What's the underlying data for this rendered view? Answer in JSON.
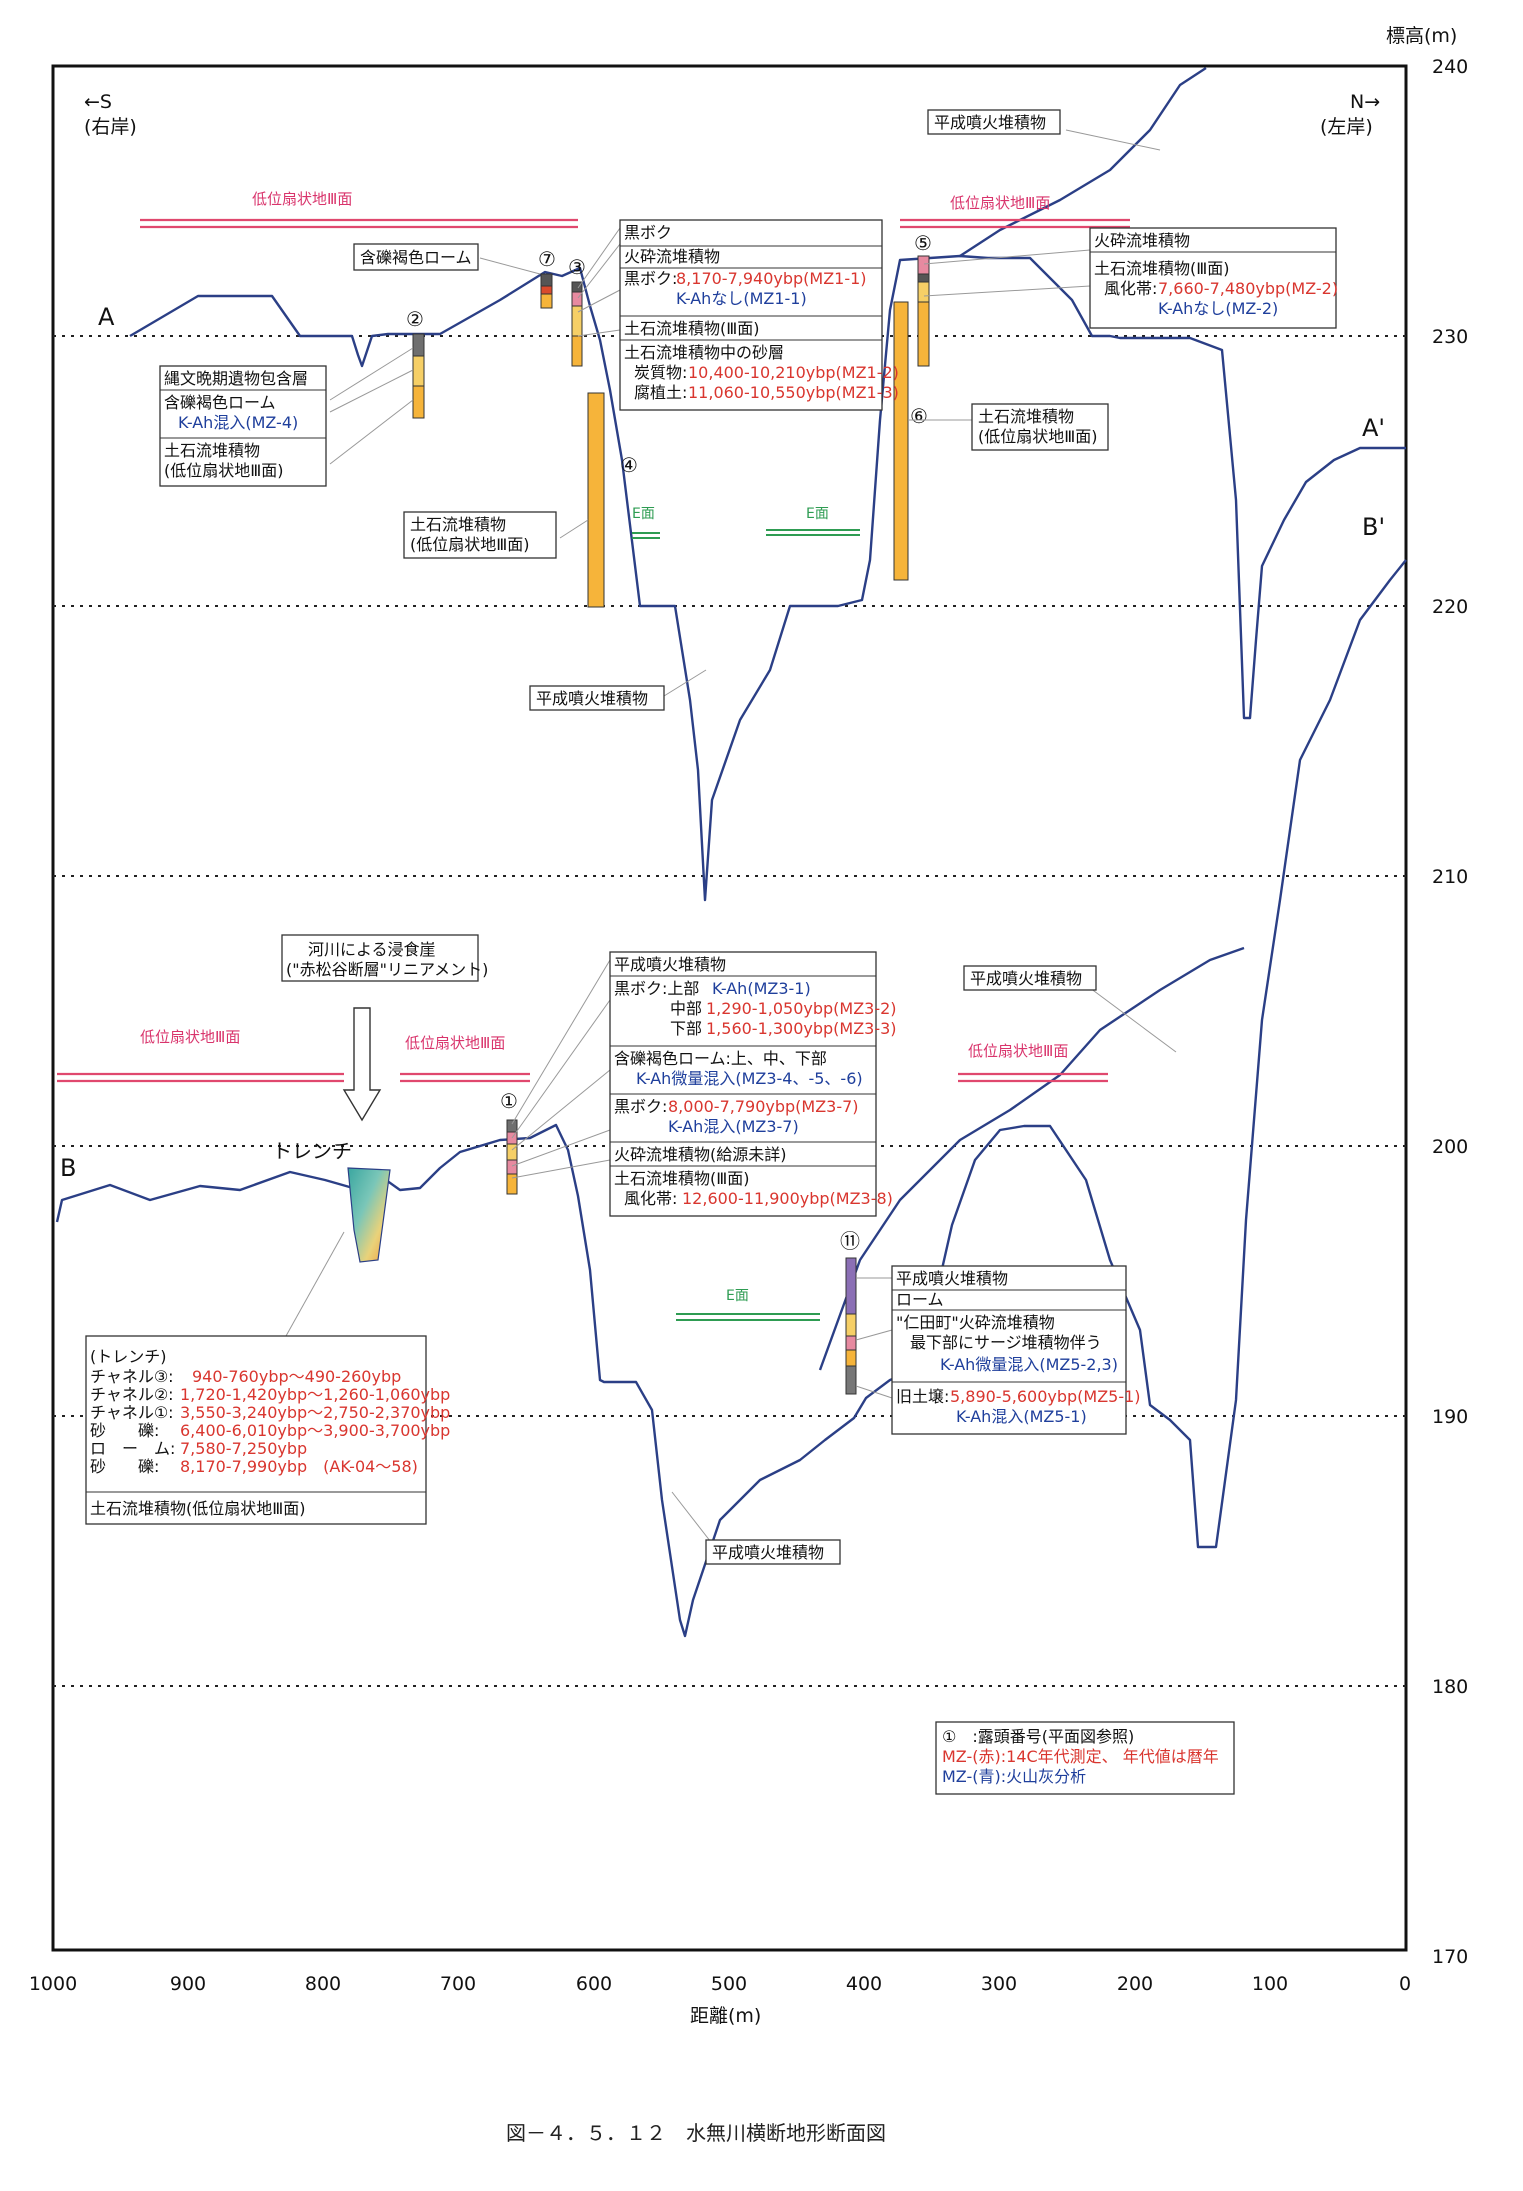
{
  "axes": {
    "y_title": "標高(m)",
    "x_title": "距離(m)",
    "y_ticks": [
      "240",
      "230",
      "220",
      "210",
      "200",
      "190",
      "180",
      "170"
    ],
    "x_ticks": [
      "1000",
      "900",
      "800",
      "700",
      "600",
      "500",
      "400",
      "300",
      "200",
      "100",
      "0"
    ]
  },
  "orientation": {
    "left_dir": "←S",
    "left_bank": "(右岸)",
    "right_dir": "N→",
    "right_bank": "(左岸)"
  },
  "profiles": {
    "A": "A",
    "A_prime": "A'",
    "B": "B",
    "B_prime": "B'"
  },
  "surface_labels": {
    "lower_fan_III": "低位扇状地Ⅲ面",
    "e_surface": "E面"
  },
  "upper_notes": {
    "heisei_a_right": "平成噴火堆積物",
    "gravel_loam_2": "含礫褐色ローム",
    "jomon": "縄文晩期遺物包含層",
    "gravel_loam_kah_a": "含礫褐色ローム",
    "gravel_loam_kah_b": "K-Ah混入(MZ-4)",
    "debris_low_fan_a": "土石流堆積物",
    "debris_low_fan_b": "(低位扇状地Ⅲ面)",
    "debris4_a": "土石流堆積物",
    "debris4_b": "(低位扇状地Ⅲ面)",
    "heisei_a_bottom": "平成噴火堆積物",
    "mz1": {
      "r1": "黒ボク",
      "r2": "火砕流堆積物",
      "r3_label": "黒ボク:",
      "r3_red": "8,170-7,940ybp(MZ1-1)",
      "r4": "K-Ahなし(MZ1-1)",
      "r5": "土石流堆積物(Ⅲ面)",
      "r6": "土石流堆積物中の砂層",
      "r7_label": "炭質物:",
      "r7_red": "10,400-10,210ybp(MZ1-2)",
      "r8_label": "腐植土:",
      "r8_red": "11,060-10,550ybp(MZ1-3)"
    },
    "mz2": {
      "r1": "火砕流堆積物",
      "r2": "土石流堆積物(Ⅲ面)",
      "r3_label": "風化帯:",
      "r3_red": "7,660-7,480ybp(MZ-2)",
      "r4": "K-Ahなし(MZ-2)"
    },
    "debris6_a": "土石流堆積物",
    "debris6_b": "(低位扇状地Ⅲ面)"
  },
  "lower_notes": {
    "river_cliff_a": "河川による浸食崖",
    "river_cliff_b": "(\"赤松谷断層\"リニアメント)",
    "trench": "トレンチ",
    "heisei_b_right": "平成噴火堆積物",
    "heisei_b_bottom": "平成噴火堆積物",
    "mz3": {
      "r1": "平成噴火堆積物",
      "r2_label": "黒ボク:上部",
      "r2_blue": "K-Ah(MZ3-1)",
      "r3_label": "中部",
      "r3_red": "1,290-1,050ybp(MZ3-2)",
      "r4_label": "下部",
      "r4_red": "1,560-1,300ybp(MZ3-3)",
      "r5": "含礫褐色ローム:上、中、下部",
      "r6": "K-Ah微量混入(MZ3-4、-5、-6)",
      "r7_label": "黒ボク:",
      "r7_red": "8,000-7,790ybp(MZ3-7)",
      "r8": "K-Ah混入(MZ3-7)",
      "r9": "火砕流堆積物(給源未詳)",
      "r10": "土石流堆積物(Ⅲ面)",
      "r11_label": "風化帯:",
      "r11_red": "12,600-11,900ybp(MZ3-8)"
    },
    "mz5": {
      "r1": "平成噴火堆積物",
      "r2": "ローム",
      "r3": "\"仁田町\"火砕流堆積物",
      "r4": "最下部にサージ堆積物伴う",
      "r5": "K-Ah微量混入(MZ5-2,3)",
      "r6_label": "旧土壌:",
      "r6_red": "5,890-5,600ybp(MZ5-1)",
      "r7": "K-Ah混入(MZ5-1)"
    },
    "trench_box": {
      "title": "(トレンチ)",
      "rows": [
        {
          "label": "チャネル③:",
          "value": "940-760ybp～490-260ybp"
        },
        {
          "label": "チャネル②:",
          "value": "1,720-1,420ybp～1,260-1,060ybp"
        },
        {
          "label": "チャネル①:",
          "value": "3,550-3,240ybp～2,750-2,370ybp"
        },
        {
          "label": "砂　　礫:",
          "value": "6,400-6,010ybp～3,900-3,700ybp"
        },
        {
          "label": "ロ　ー　ム:",
          "value": "7,580-7,250ybp"
        },
        {
          "label": "砂　　礫:",
          "value": "8,170-7,990ybp　(AK-04～58)"
        }
      ],
      "footer": "土石流堆積物(低位扇状地Ⅲ面)"
    }
  },
  "outcrops": {
    "n1": "①",
    "n2": "②",
    "n3": "③",
    "n4": "④",
    "n5": "⑤",
    "n6": "⑥",
    "n7": "⑦",
    "n11": "⑪"
  },
  "legend": {
    "r1": "①　:露頭番号(平面図参照)",
    "r2": "MZ-(赤):14C年代測定、 年代値は暦年",
    "r3": "MZ-(青):火山灰分析"
  },
  "caption": "図－４．５．１２　水無川横断地形断面図",
  "colors": {
    "profile_line": "#2b3f86",
    "red_text": "#d9362f",
    "blue_text": "#1f3f9c",
    "fan_surface": "#e0486e",
    "e_surface": "#2e9c52",
    "column_orange": "#f6b43a"
  }
}
